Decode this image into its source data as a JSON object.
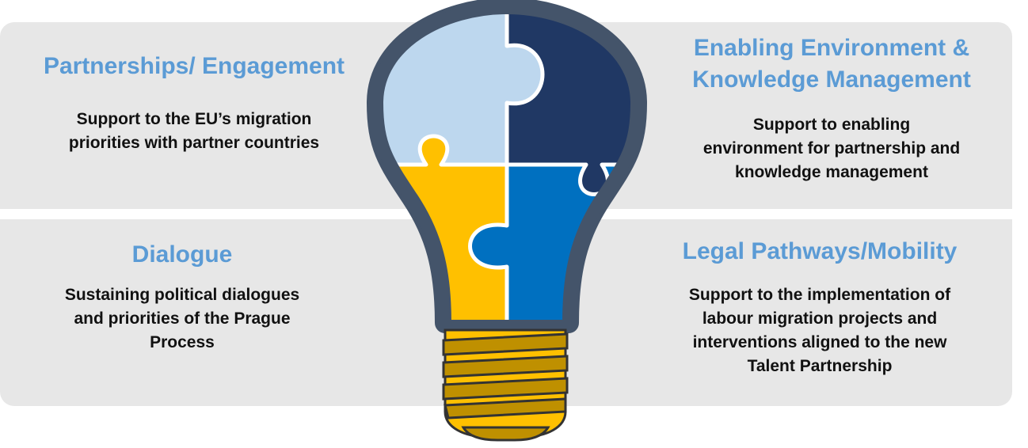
{
  "quadrants": {
    "top_left": {
      "title": "Partnerships/ Engagement",
      "desc_lines": [
        "Support to the EU’s migration",
        "priorities with partner countries"
      ]
    },
    "top_right": {
      "title_lines": [
        "Enabling Environment &",
        "Knowledge Management"
      ],
      "desc_lines": [
        "Support to enabling",
        "environment for partnership and",
        "knowledge management"
      ]
    },
    "bottom_left": {
      "title": "Dialogue",
      "desc_lines": [
        "Sustaining political dialogues",
        "and priorities of the Prague",
        "Process"
      ]
    },
    "bottom_right": {
      "title": "Legal Pathways/Mobility",
      "desc_lines": [
        "Support to the implementation of",
        "labour migration projects and",
        "interventions aligned to the new",
        "Talent Partnership"
      ]
    }
  },
  "colors": {
    "panel": "#e7e7e7",
    "title": "#5b9bd5",
    "puzzle_light_blue": "#bdd7ee",
    "puzzle_navy": "#203864",
    "puzzle_yellow": "#ffc000",
    "puzzle_blue": "#0070c0",
    "bulb_outline": "#44546a",
    "screw_gold": "#bf9000"
  }
}
